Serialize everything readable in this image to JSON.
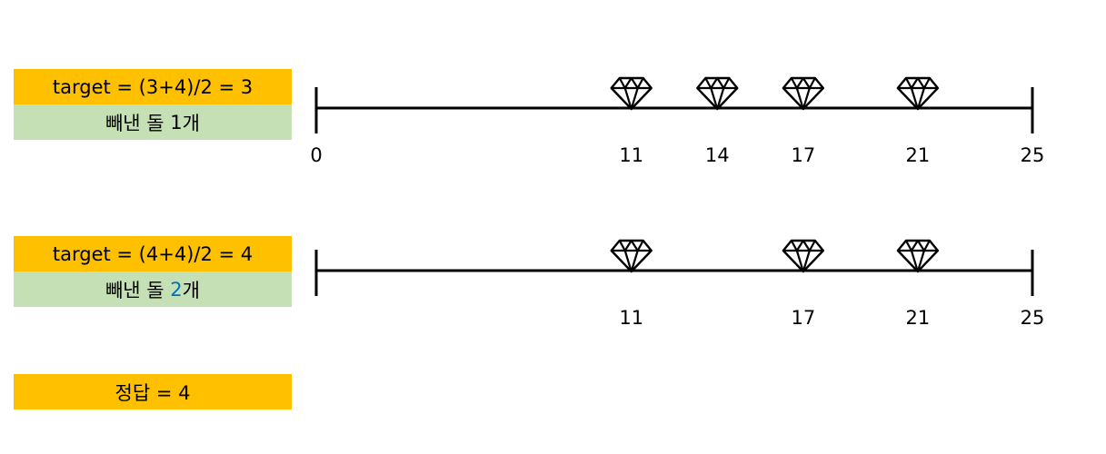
{
  "rows": [
    {
      "target_text": "target = (3+4)/2 = 3",
      "removed_prefix": "빼낸 돌 ",
      "removed_count": "1",
      "removed_suffix": "개",
      "count_highlight": false,
      "stones": [
        11,
        14,
        17,
        21
      ],
      "labels": [
        "0",
        "11",
        "14",
        "17",
        "21",
        "25"
      ]
    },
    {
      "target_text": "target = (4+4)/2 = 4",
      "removed_prefix": "빼낸 돌 ",
      "removed_count": "2",
      "removed_suffix": "개",
      "count_highlight": true,
      "stones": [
        11,
        17,
        21
      ],
      "labels": [
        "11",
        "17",
        "21",
        "25"
      ]
    }
  ],
  "answer_text": "정답 = 4",
  "line_range": [
    0,
    25
  ],
  "colors": {
    "target_box": "#FFC000",
    "removed_box": "#C5E0B4",
    "highlight": "#0070C0"
  },
  "icon": "diamond-icon"
}
